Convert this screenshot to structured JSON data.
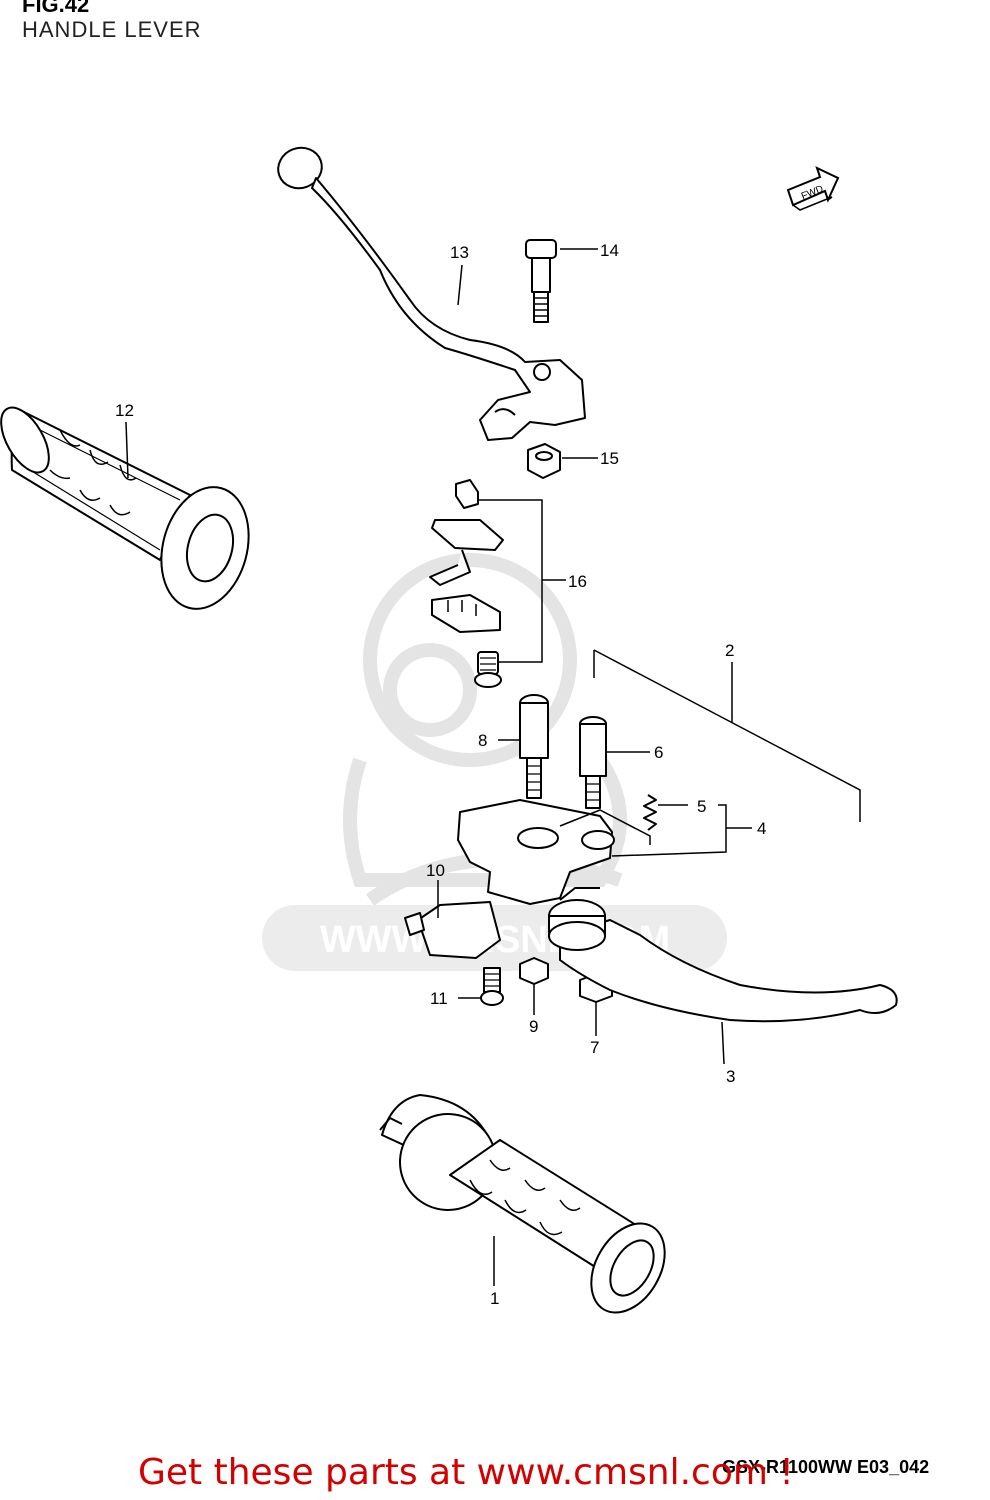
{
  "figure": {
    "title": "FIG.42",
    "subtitle": "HANDLE LEVER",
    "code": "GSX-R1100WW  E03_042",
    "fwd_label": "FWD",
    "watermark_url": "WWW.CMSNL.COM"
  },
  "parts": [
    {
      "id": "1",
      "label": "1"
    },
    {
      "id": "2",
      "label": "2"
    },
    {
      "id": "3",
      "label": "3"
    },
    {
      "id": "4",
      "label": "4"
    },
    {
      "id": "5",
      "label": "5"
    },
    {
      "id": "6",
      "label": "6"
    },
    {
      "id": "7",
      "label": "7"
    },
    {
      "id": "8",
      "label": "8"
    },
    {
      "id": "9",
      "label": "9"
    },
    {
      "id": "10",
      "label": "10"
    },
    {
      "id": "11",
      "label": "11"
    },
    {
      "id": "12",
      "label": "12"
    },
    {
      "id": "13",
      "label": "13"
    },
    {
      "id": "14",
      "label": "14"
    },
    {
      "id": "15",
      "label": "15"
    },
    {
      "id": "16",
      "label": "16"
    }
  ],
  "banner": {
    "text": "Get these parts at www.cmsnl.com !"
  },
  "colors": {
    "ink": "#000000",
    "banner": "#d40000",
    "watermark": "#e6e6e6"
  },
  "icons": [
    "fwd-arrow-icon",
    "cmsnl-watermark-logo"
  ]
}
